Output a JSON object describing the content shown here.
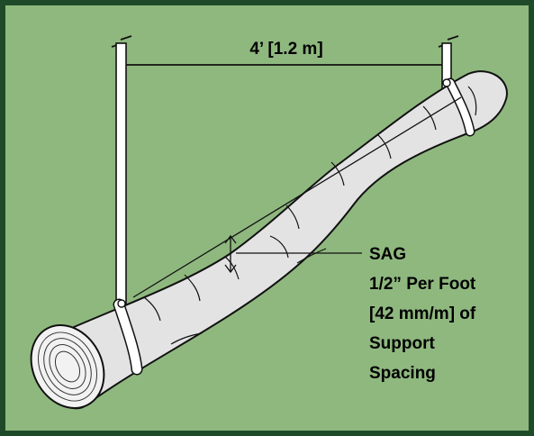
{
  "diagram": {
    "spacing_label": "4’ [1.2 m]",
    "sag_label_lines": [
      "SAG",
      "1/2” Per Foot",
      "[42 mm/m] of",
      "Support",
      "Spacing"
    ]
  },
  "colors": {
    "frame": "#1f4a2a",
    "background": "#8fb87f",
    "duct": "#e3e3e3",
    "duct_end": "#f2f2f2",
    "strap": "#ffffff",
    "outline": "#111111"
  }
}
